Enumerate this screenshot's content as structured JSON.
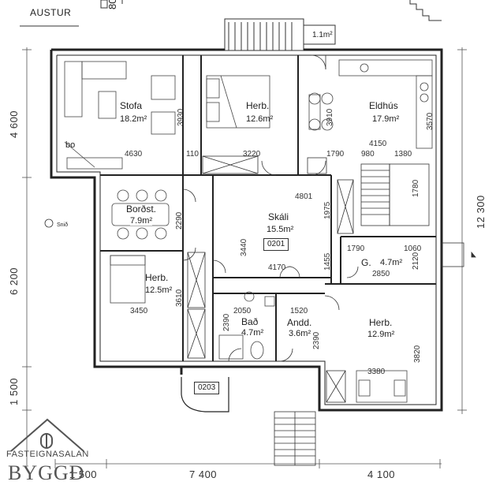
{
  "orientation_label": "AUSTUR",
  "top_cut_number": "80",
  "balcony_area": "1.1m²",
  "rooms": {
    "stofa": {
      "name": "Stofa",
      "area": "18.2m²"
    },
    "herb1": {
      "name": "Herb.",
      "area": "12.6m²"
    },
    "eldhus": {
      "name": "Eldhús",
      "area": "17.9m²"
    },
    "bordst": {
      "name": "Borðst.",
      "area": "7.9m²"
    },
    "skali": {
      "name": "Skáli",
      "area": "15.5m²"
    },
    "herb2": {
      "name": "Herb.",
      "area": "12.5m²"
    },
    "gangur": {
      "name": "G.",
      "area": "4.7m²"
    },
    "bad": {
      "name": "Bað",
      "area": "4.7m²"
    },
    "andd": {
      "name": "Andd.",
      "area": "3.6m²"
    },
    "herb3": {
      "name": "Herb.",
      "area": "12.9m²"
    }
  },
  "room_codes": {
    "skali": "0201",
    "entry": "0203"
  },
  "bo_label": "bo",
  "snid_label": "Snið",
  "dims": {
    "d4630": "4630",
    "d110": "110",
    "d3220": "3220",
    "d1790a": "1790",
    "d980": "980",
    "d1380": "1380",
    "d4150": "4150",
    "d3930": "3930",
    "d3910": "3910",
    "d3570": "3570",
    "d4801": "4801",
    "d1780": "1780",
    "d1975": "1975",
    "d2290": "2290",
    "d3440": "3440",
    "d1455": "1455",
    "d4170": "4170",
    "d1790b": "1790",
    "d1060": "1060",
    "d2120": "2120",
    "d2850": "2850",
    "d3450": "3450",
    "d3610": "3610",
    "d2050": "2050",
    "d1520": "1520",
    "d2390a": "2390",
    "d2390b": "2390",
    "d3380": "3380",
    "d3820": "3820"
  },
  "outer_dims": {
    "left_top": "4 600",
    "left_mid": "6 200",
    "left_bot": "1 500",
    "right": "12 300",
    "bot_left": "1 500",
    "bot_mid": "7 400",
    "bot_right": "4 100"
  },
  "logo": {
    "line1": "FASTEIGNASALAN",
    "line2": "BYGGÐ"
  }
}
